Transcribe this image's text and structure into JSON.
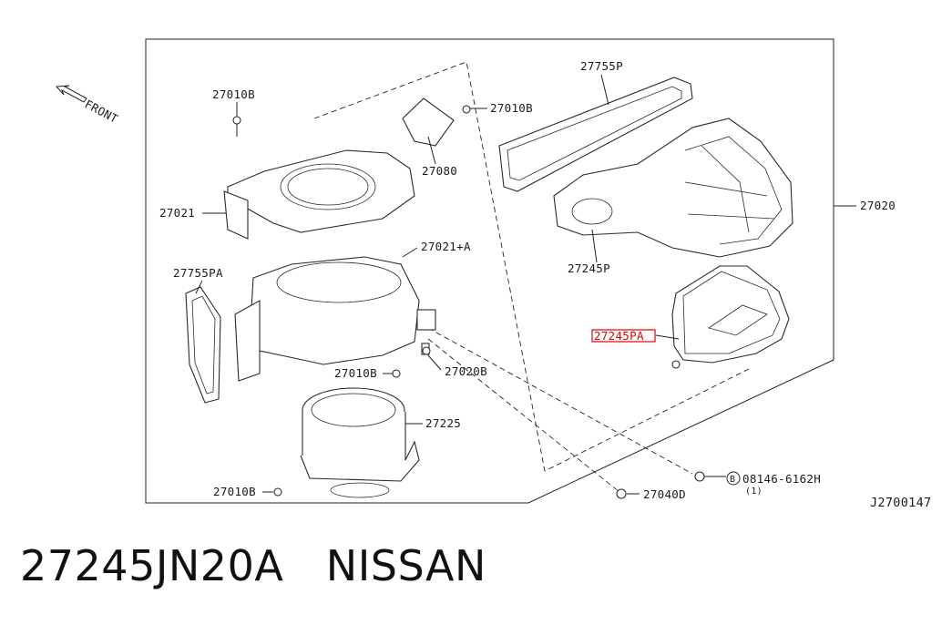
{
  "diagram": {
    "front_label": "FRONT",
    "callouts": {
      "c27010B_a": "27010B",
      "c27010B_b": "27010B",
      "c27010B_c": "27010B",
      "c27010B_d": "27010B",
      "c27080": "27080",
      "c27755P": "27755P",
      "c27020": "27020",
      "c27021": "27021",
      "c27021A": "27021+A",
      "c27755PA": "27755PA",
      "c27245P": "27245P",
      "c27245PA": "27245PA",
      "c27020B": "27020B",
      "c27225": "27225",
      "c27040D": "27040D",
      "bolt_symbol": "B",
      "c08146": "08146-6162H",
      "c08146_qty": "(1)"
    },
    "reference_code": "J2700147"
  },
  "part_caption": "27245JN20A　NISSAN",
  "colors": {
    "highlight": "#e30000",
    "ink": "#1a1a1a"
  }
}
